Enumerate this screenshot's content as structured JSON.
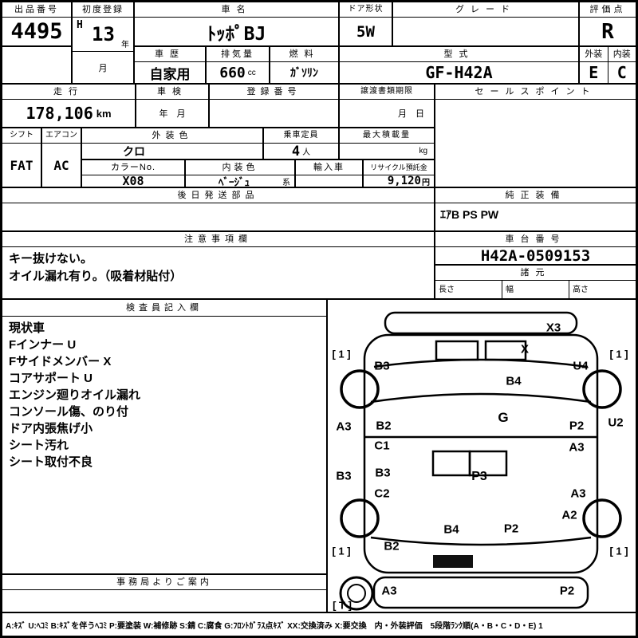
{
  "top": {
    "auction_no": {
      "label": "出品番号",
      "value": "4495"
    },
    "first_reg": {
      "label": "初度登録",
      "era": "H",
      "year": "13",
      "year_unit": "年",
      "month_unit": "月"
    },
    "car_name": {
      "label": "車名",
      "value": "ﾄｯﾎﾟBJ"
    },
    "door": {
      "label": "ドア形状",
      "value": "5W"
    },
    "grade": {
      "label": "グレード",
      "value": ""
    },
    "score": {
      "label": "評価点",
      "value": "R"
    },
    "history": {
      "label": "車歴",
      "value": "自家用"
    },
    "displacement": {
      "label": "排気量",
      "value": "660",
      "unit": "cc"
    },
    "fuel": {
      "label": "燃料",
      "value": "ｶﾞｿﾘﾝ"
    },
    "model": {
      "label": "型式",
      "value": "GF-H42A"
    },
    "exterior": {
      "label": "外装",
      "value": "E"
    },
    "interior": {
      "label": "内装",
      "value": "C"
    }
  },
  "mid": {
    "mileage": {
      "label": "走行",
      "value": "178,106",
      "unit": "km"
    },
    "inspection": {
      "label": "車検",
      "value": "年　月"
    },
    "reg_no": {
      "label": "登録番号",
      "value": ""
    },
    "transfer": {
      "label": "譲渡書類期限",
      "value": "月　日"
    },
    "sales_point": {
      "label": "セールスポイント",
      "value": ""
    },
    "shift": {
      "label": "シフト",
      "value": "FAT"
    },
    "aircon": {
      "label": "エアコン",
      "value": "AC"
    },
    "ext_color": {
      "label": "外装色",
      "value": "クロ"
    },
    "capacity": {
      "label": "乗車定員",
      "value": "4",
      "unit": "人"
    },
    "max_load": {
      "label": "最大積載量",
      "unit": "kg"
    },
    "color_no": {
      "label": "カラーNo.",
      "value": "X08"
    },
    "int_color": {
      "label": "内装色",
      "value": "ﾍﾞｰｼﾞｭ",
      "suffix": "系"
    },
    "import_car": {
      "label": "輸入車",
      "value": ""
    },
    "recycle": {
      "label": "リサイクル預託金",
      "value": "9,120",
      "unit": "円"
    }
  },
  "sections": {
    "later_parts": {
      "label": "後日発送部品",
      "value": ""
    },
    "equipment": {
      "label": "純正装備",
      "value": "ｴｱB PS PW"
    },
    "caution": {
      "label": "注意事項欄",
      "text": "キー抜けない。\nオイル漏れ有り。（吸着材貼付）"
    },
    "chassis": {
      "label": "車台番号",
      "value": "H42A-0509153"
    },
    "specs": {
      "label": "諸元",
      "length": "長さ",
      "width": "幅",
      "height": "高さ"
    },
    "inspector": {
      "label": "検査員記入欄",
      "text": "現状車\nFインナー U\nFサイドメンバー X\nコアサポート U\nエンジン廻りオイル漏れ\nコンソール傷、のり付\nドア内張焦げ小\nシート汚れ\nシート取付不良"
    },
    "office": {
      "label": "事務局よりご案内",
      "value": ""
    }
  },
  "diagram": {
    "labels": [
      "X3",
      "X",
      "[ 1 ]",
      "[ 1 ]",
      "B3",
      "U4",
      "B4",
      "A3",
      "B2",
      "G",
      "P2",
      "U2",
      "C1",
      "A3",
      "B3",
      "B3",
      "P3",
      "C2",
      "A3",
      "A2",
      "B4",
      "P2",
      "B2",
      "[ 1 ]",
      "[ 1 ]",
      "A3",
      "P2",
      "[ T ]"
    ]
  },
  "legend": "A:ｷｽﾞ U:ﾍｺﾐ B:ｷｽﾞを伴うﾍｺﾐ P:要塗装 W:補修跡 S:錆 C:腐食 G:ﾌﾛﾝﾄｶﾞﾗｽ点ｷｽﾞ XX:交換済み X:要交換　内・外装評価　5段階ﾗﾝｸ順(A・B・C・D・E) 1"
}
